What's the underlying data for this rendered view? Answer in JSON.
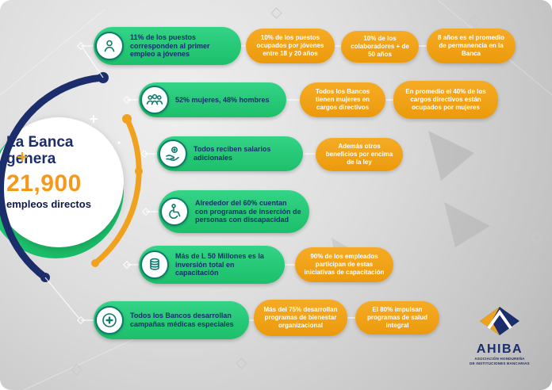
{
  "badge": {
    "line1": "La Banca",
    "line2": "genera",
    "number": "21,900",
    "line3": "empleos directos"
  },
  "rows": [
    {
      "icon": "person-icon",
      "green": "11% de los puestos corresponden al primer empleo a jóvenes",
      "orange": [
        "10% de los puestos ocupados por jóvenes entre 18 y 20 años",
        "10% de los colaboradores + de 50 años",
        "8 años es el promedio de permanencia en la Banca"
      ]
    },
    {
      "icon": "people-icon",
      "green": "52% mujeres, 48% hombres",
      "orange": [
        "Todos los Bancos tienen mujeres en cargos directivos",
        "En promedio el 40% de los cargos directivos están ocupados por mujeres"
      ]
    },
    {
      "icon": "salary-hand-icon",
      "green": "Todos reciben salarios adicionales",
      "orange": [
        "Además otros beneficios por encima de la ley"
      ]
    },
    {
      "icon": "accessibility-icon",
      "green": "Alrededor del 60% cuentan con programas de inserción de personas con discapacidad",
      "orange": []
    },
    {
      "icon": "coins-icon",
      "green": "Más de L 50 Millones es la inversión total en capacitación",
      "orange": [
        "90% de los empleados participan de estas iniciativas de capacitación"
      ]
    },
    {
      "icon": "medical-cross-icon",
      "green": "Todos los Bancos desarrollan campañas médicas especiales",
      "orange": [
        "Más del 75% desarrollan programas de bienestar organizacional",
        "El 80% impulsan programas de salud integral"
      ]
    }
  ],
  "logo": {
    "name": "AHIBA",
    "subtitle1": "ASOCIACIÓN HONDUREÑA",
    "subtitle2": "DE INSTITUCIONES BANCARIAS"
  },
  "colors": {
    "green": "#25c878",
    "orange": "#f0a11e",
    "navy": "#1b2d6b",
    "teal": "#0d7c6e",
    "number_orange": "#f5991d"
  }
}
